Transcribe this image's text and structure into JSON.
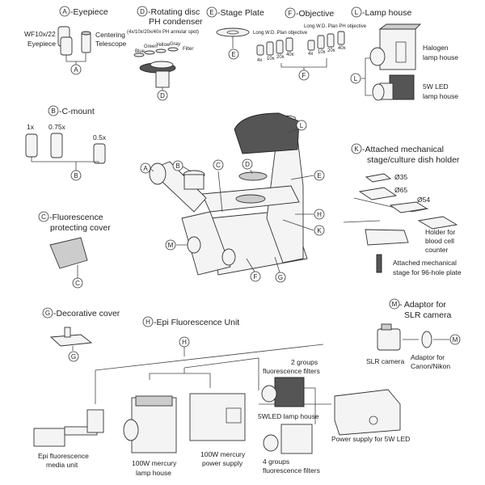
{
  "callout_letters": {
    "A": "A",
    "B": "B",
    "C": "C",
    "D": "D",
    "E": "E",
    "F": "F",
    "G": "G",
    "H": "H",
    "K": "K",
    "L": "L",
    "M": "M"
  },
  "eyepiece": {
    "title": "-Eyepiece",
    "left_label_1": "WF10x/22",
    "left_label_2": "Eyepiece",
    "right_label_1": "Centering",
    "right_label_2": "Telescope"
  },
  "condenser": {
    "title_1": "-Rotating disc",
    "title_2": "PH condenser",
    "subtitle": "(4x/10x/20x/40x PH annular spot)",
    "filters": [
      "Blue",
      "Green",
      "Yellow",
      "Gray",
      "Filter"
    ]
  },
  "stage_plate": {
    "title": "-Stage Plate"
  },
  "objective": {
    "title": "-Objective",
    "plan_label": "Long W.D. Plan objective",
    "ph_label": "Long W.D. Plan PH objective",
    "plan_mags": [
      "4x",
      "10x",
      "20x",
      "40x"
    ],
    "ph_mags": [
      "4x",
      "10x",
      "20x",
      "40x"
    ]
  },
  "lamp_house": {
    "title": "-Lamp house",
    "halogen_1": "Halogen",
    "halogen_2": "lamp house",
    "led_1": "5W LED",
    "led_2": "lamp house"
  },
  "c_mount": {
    "title": "-C-mount",
    "mags": [
      "1x",
      "0.75x",
      "0.5x"
    ]
  },
  "cover": {
    "title_1": "-Fluorescence",
    "title_2": "protecting cover"
  },
  "mech_stage": {
    "title_1": "-Attached mechanical",
    "title_2": "stage/culture dish holder",
    "d35": "Ø35",
    "d65": "Ø65",
    "d54": "Ø54",
    "holder_1": "Holder for",
    "holder_2": "blood cell",
    "holder_3": "counter",
    "plate_1": "Attached mechanical",
    "plate_2": "stage for 96-hole plate"
  },
  "decorative": {
    "title": "-Decorative cover"
  },
  "epi": {
    "title": "-Epi Fluorescence Unit",
    "media_1": "Epi fluorescence",
    "media_2": "media unit",
    "lamp_1": "100W mercury",
    "lamp_2": "lamp house",
    "psu_1": "100W mercury",
    "psu_2": "power supply",
    "two_groups_1": "2 groups",
    "two_groups_2": "fluorescence filters",
    "led_lamp": "5WLED lamp house",
    "four_groups_1": "4 groups",
    "four_groups_2": "fluorescence filters",
    "led_psu": "Power supply for 5W LED"
  },
  "slr": {
    "title_1": "- Adaptor for",
    "title_2": "SLR camera",
    "camera": "SLR camera",
    "adaptor_1": "Adaptor for",
    "adaptor_2": "Canon/Nikon"
  }
}
